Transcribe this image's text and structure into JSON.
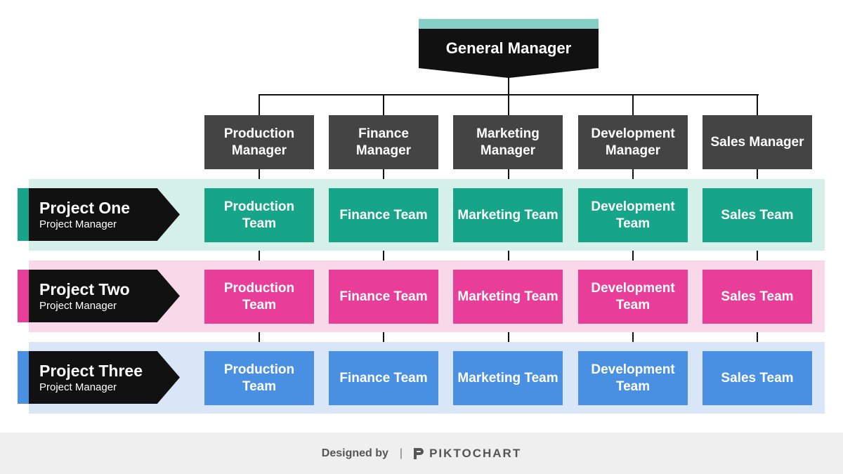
{
  "general_manager": {
    "label": "General Manager",
    "accent_color": "#86cfc4"
  },
  "managers": [
    {
      "label": "Production Manager"
    },
    {
      "label": "Finance Manager"
    },
    {
      "label": "Marketing Manager"
    },
    {
      "label": "Development Manager"
    },
    {
      "label": "Sales Manager"
    }
  ],
  "projects": [
    {
      "title": "Project One",
      "subtitle": "Project Manager",
      "color": "#17a589",
      "band_color": "#d5efe9",
      "teams": [
        "Production Team",
        "Finance Team",
        "Marketing Team",
        "Development Team",
        "Sales Team"
      ]
    },
    {
      "title": "Project Two",
      "subtitle": "Project Manager",
      "color": "#e83e9a",
      "band_color": "#f9d8ea",
      "teams": [
        "Production Team",
        "Finance Team",
        "Marketing Team",
        "Development Team",
        "Sales Team"
      ]
    },
    {
      "title": "Project Three",
      "subtitle": "Project Manager",
      "color": "#4a90e2",
      "band_color": "#d9e6f7",
      "teams": [
        "Production Team",
        "Finance Team",
        "Marketing Team",
        "Development Team",
        "Sales Team"
      ]
    }
  ],
  "footer": {
    "designed_by": "Designed by",
    "separator": "|",
    "brand": "PIKTOCHART",
    "brand_icon": "piktochart-logo-icon"
  }
}
